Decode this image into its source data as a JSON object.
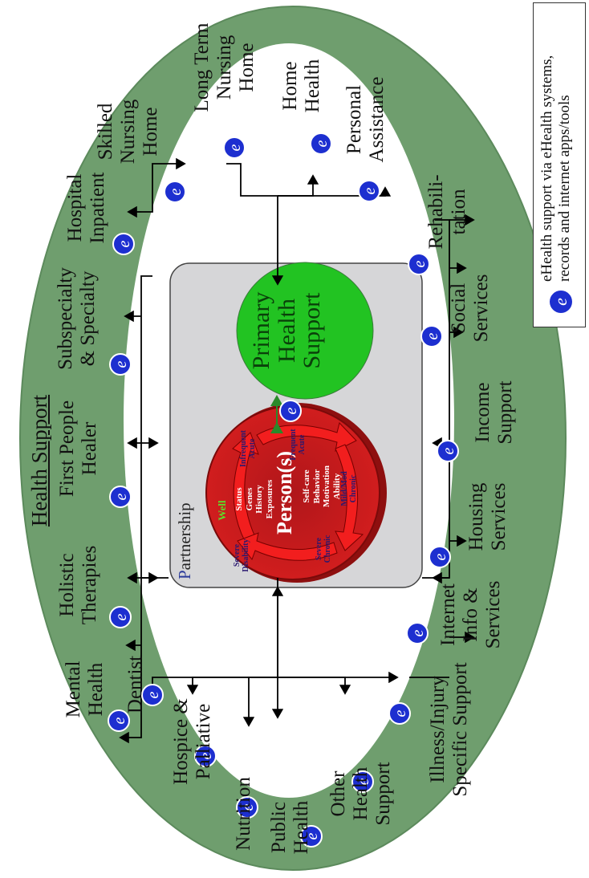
{
  "title": "Health Support",
  "outer_labels": {
    "mental_health": [
      "Mental",
      "Health"
    ],
    "holistic": [
      "Holistic",
      "Therapies"
    ],
    "first_people": [
      "First People",
      "Healer"
    ],
    "subspecialty": [
      "Subspecialty",
      "& Specialty"
    ],
    "hospital": [
      "Hospital",
      "Inpatient"
    ],
    "skilled_nursing": [
      "Skilled",
      "Nursing",
      "Home"
    ],
    "long_term": [
      "Long Term",
      "Nursing",
      "Home"
    ],
    "home_health": [
      "Home",
      "Health"
    ],
    "personal_assistance": [
      "Personal",
      "Assistance"
    ],
    "rehab": [
      "Rehabili-",
      "tation"
    ],
    "social": [
      "Social",
      "Services"
    ],
    "income": [
      "Income",
      "Support"
    ],
    "housing": [
      "Housing",
      "Services"
    ],
    "internet": [
      "Internet",
      "Info &",
      "Services"
    ],
    "illness": [
      "Illness/Injury",
      "Specific Support"
    ],
    "other_health": [
      "Other",
      "Health",
      "Support"
    ],
    "public_health": [
      "Public",
      "Health"
    ],
    "nutrition": [
      "Nutrition"
    ],
    "hospice": [
      "Hospice &",
      "Palliative"
    ],
    "dentist": [
      "Dentist"
    ]
  },
  "partnership": {
    "first": "P",
    "rest": "artnership"
  },
  "primary": [
    "Primary",
    "Health",
    "Support"
  ],
  "person": {
    "title": "Person(s)",
    "well": "Well",
    "left_list": [
      "Status",
      "Genes",
      "History",
      "Exposures"
    ],
    "right_list": [
      "Self-care",
      "Behavior",
      "Motivation",
      "Ability"
    ],
    "infrequent": [
      "Infrequent",
      "Acute"
    ],
    "frequent": [
      "Frequent",
      "Acute"
    ],
    "mild": [
      "Mild/Mod",
      "Chronic"
    ],
    "severe_chronic": [
      "Severe",
      "Chronic"
    ],
    "severe_disability": [
      "Severe",
      "Disability"
    ]
  },
  "legend": [
    "eHealth support via eHealth systems,",
    "records and internet apps/tools"
  ],
  "ehealth_icon_letter": "e",
  "colors": {
    "outer_ring": "#6f9e6e",
    "inner_ellipse": "#ffffff",
    "partnership_box": "#d6d6d8",
    "primary_circle": "#22c322",
    "person_circle": "#c21313",
    "icon_fill": "#1d2fd0"
  }
}
